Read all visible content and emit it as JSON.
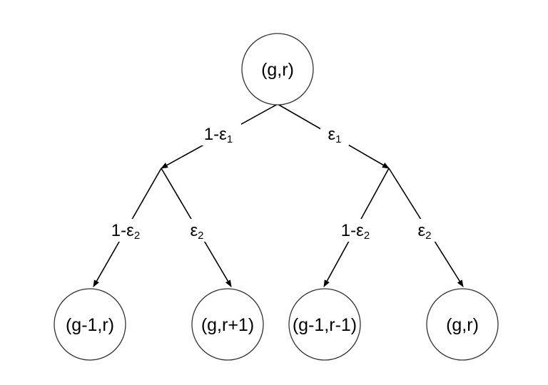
{
  "diagram": {
    "nodes": {
      "root": "(g,r)",
      "leaf_1": "(g-1,r)",
      "leaf_2": "(g,r+1)",
      "leaf_3": "(g-1,r-1)",
      "leaf_4": "(g,r)"
    },
    "edge_labels": {
      "root_left": {
        "base": "1-ε",
        "sub": "1"
      },
      "root_right": {
        "base": "ε",
        "sub": "1"
      },
      "left_left": {
        "base": "1-ε",
        "sub": "2"
      },
      "left_right": {
        "base": "ε",
        "sub": "2"
      },
      "right_left": {
        "base": "1-ε",
        "sub": "2"
      },
      "right_right": {
        "base": "ε",
        "sub": "2"
      }
    }
  }
}
